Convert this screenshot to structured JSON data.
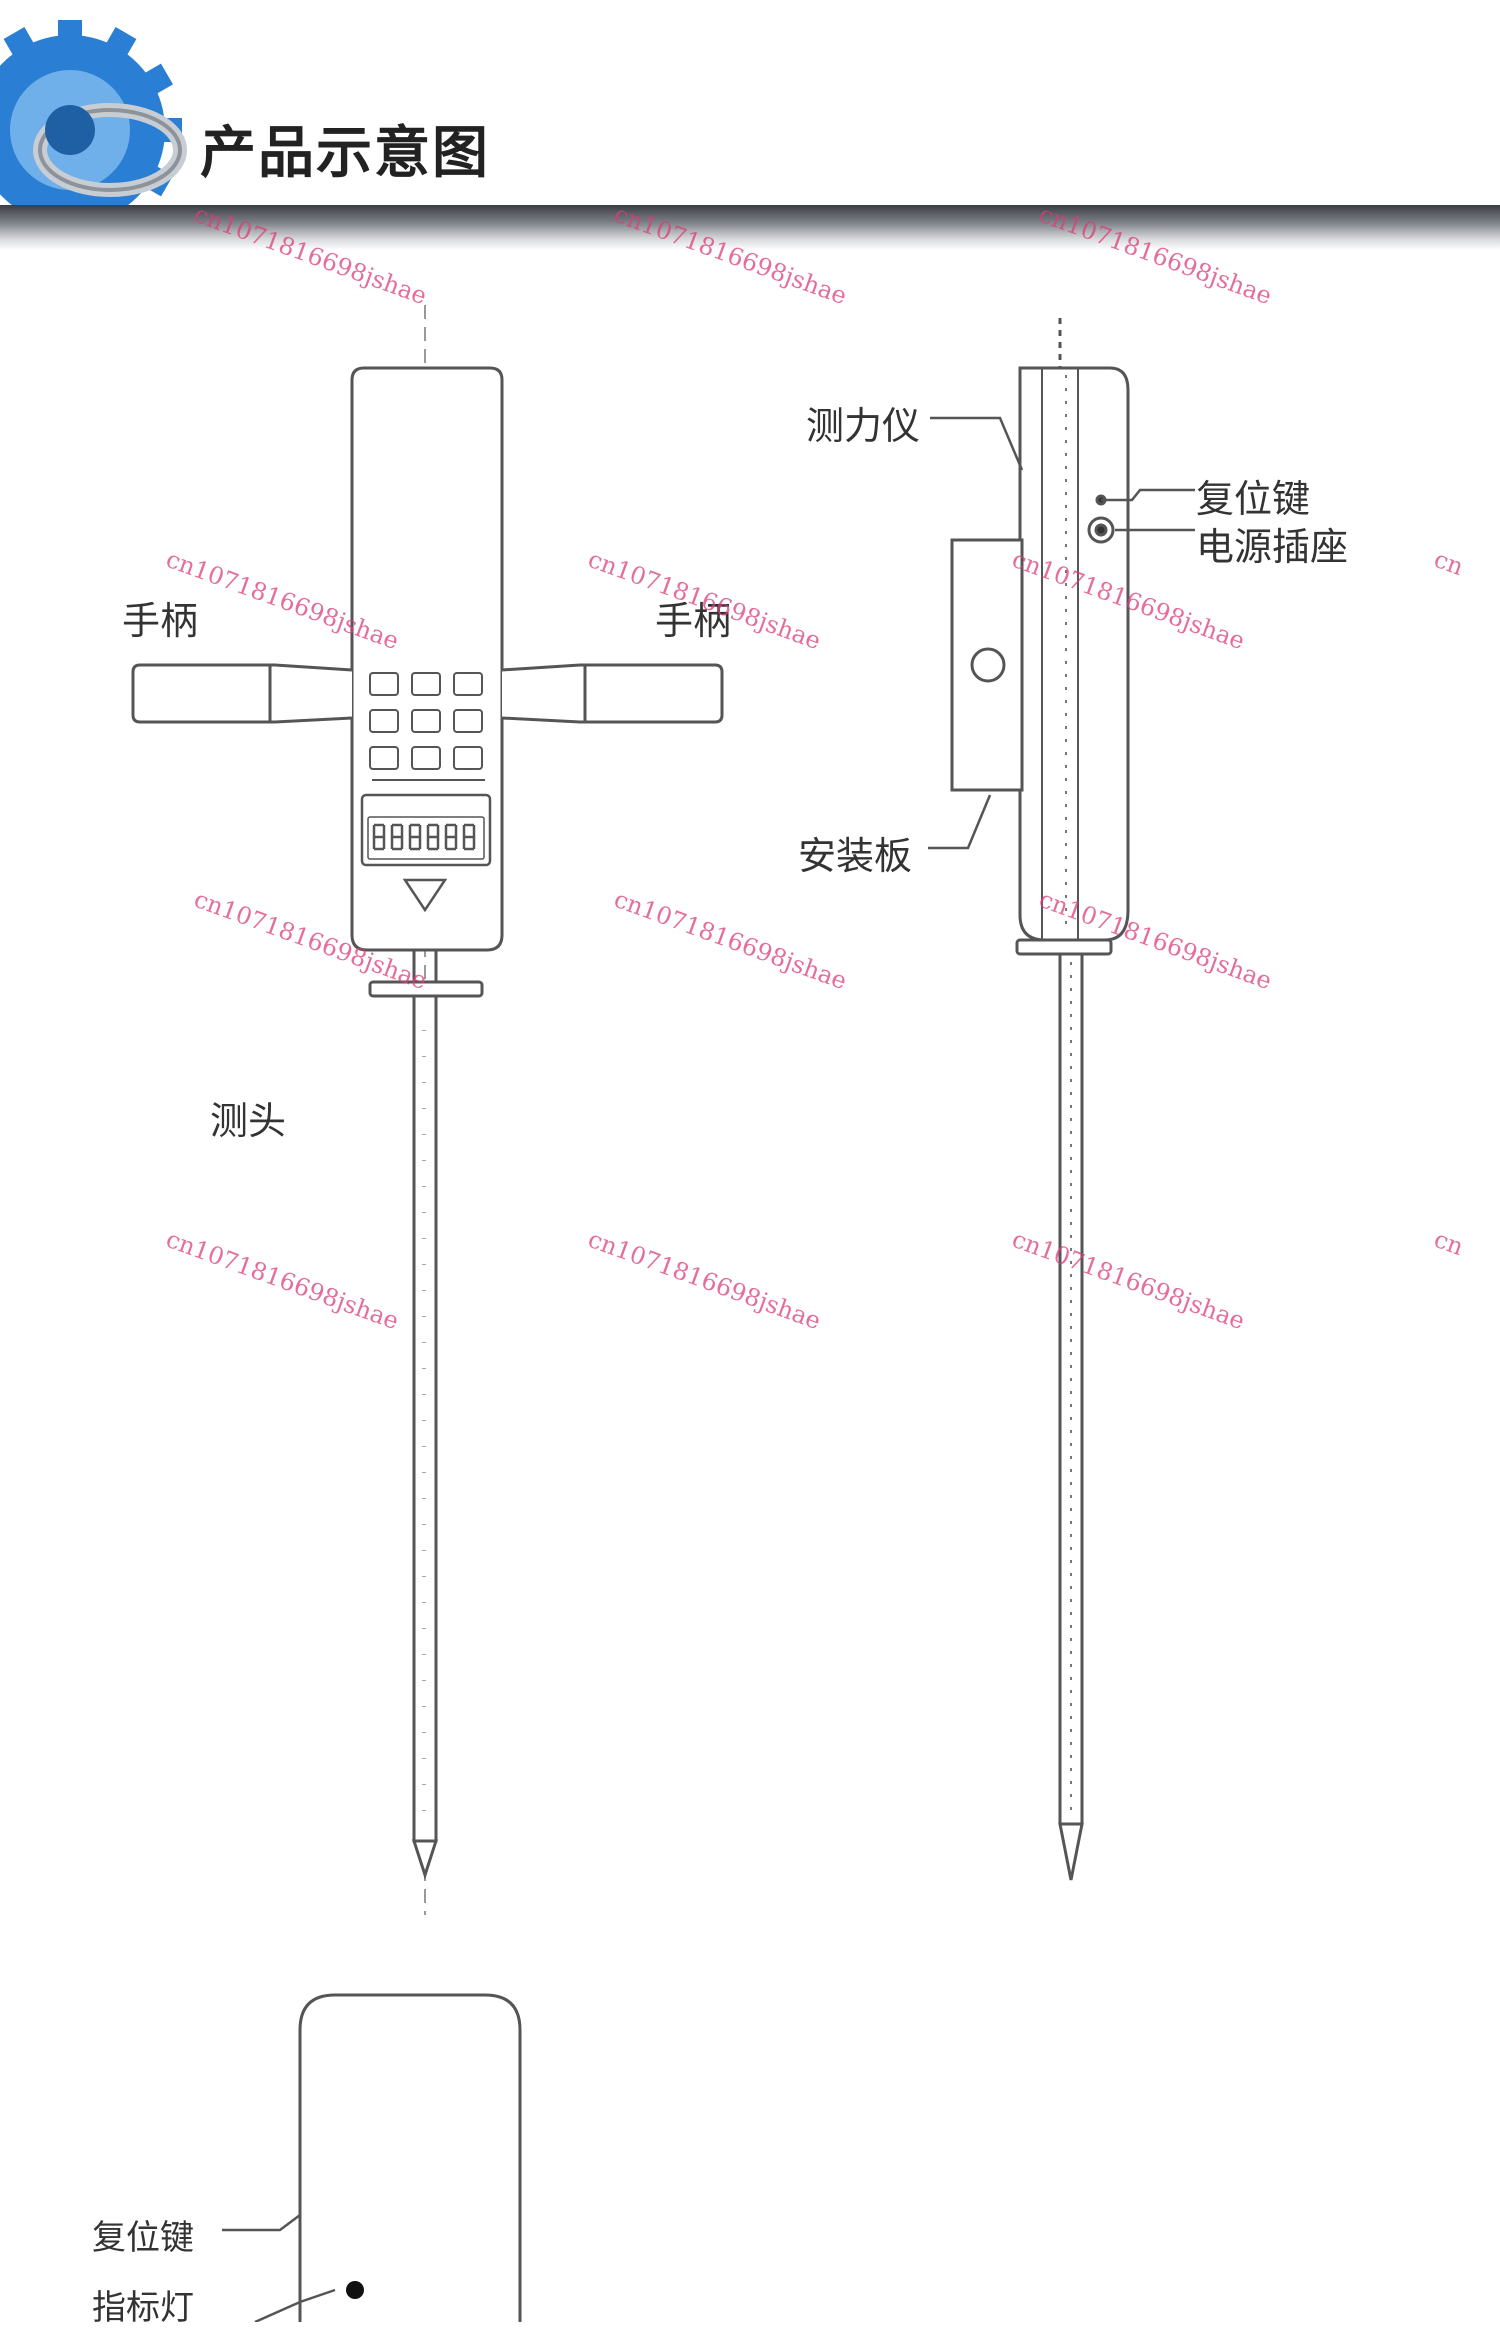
{
  "header": {
    "title": "产品示意图"
  },
  "labels": {
    "handle_left": "手柄",
    "handle_right": "手柄",
    "probe": "测头",
    "dynamometer": "测力仪",
    "reset_key": "复位键",
    "power_socket": "电源插座",
    "mount_plate": "安装板",
    "bottom_reset_key": "复位键",
    "indicator_light": "指标灯"
  },
  "watermark": {
    "text": "cn1071816698jshae",
    "partial": "cn"
  },
  "colors": {
    "line": "#555555",
    "watermark": "#dc3c78",
    "header_bar": "#3a3d44",
    "gear": "#2a7fd4"
  }
}
